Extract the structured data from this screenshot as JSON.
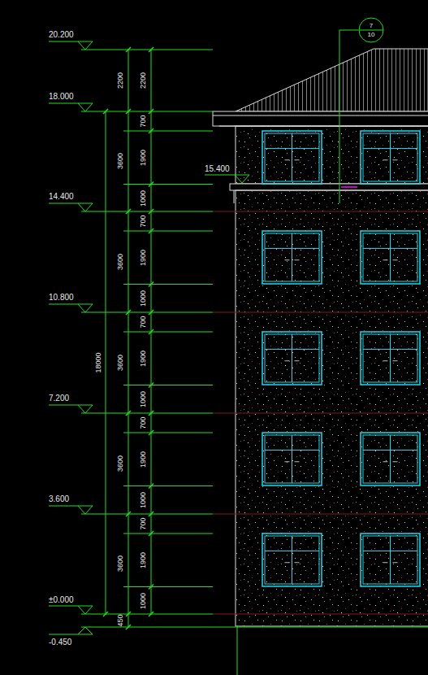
{
  "diagram": {
    "nodes": [
      {
        "text": [
          "7",
          "10"
        ]
      }
    ],
    "labels": [
      "20.200",
      "18.000",
      "15.400",
      "14.400",
      "10.800",
      "7.200",
      "3.600",
      "±0.000",
      "-0.450",
      "2200",
      "3600",
      "3600",
      "3600",
      "3600",
      "3600",
      "450",
      "18000",
      "2200",
      "700",
      "1900",
      "1000",
      "700",
      "1900",
      "1000",
      "700",
      "1900",
      "1000",
      "700",
      "1900",
      "1000",
      "700",
      "1900",
      "1000"
    ]
  }
}
